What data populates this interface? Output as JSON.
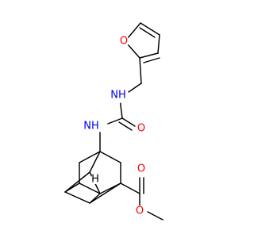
{
  "molecule": {
    "atom_labels": {
      "furan_oxygen": "O",
      "amine_nh_upper": "NH",
      "amine_nh_lower": "NH",
      "carbonyl_oxygen_urea": "O",
      "bridgehead_h": "H",
      "ester_carbonyl_oxygen": "O",
      "ester_oxygen": "O"
    },
    "colors": {
      "oxygen": "#ff0000",
      "nitrogen": "#0000ff",
      "carbon": "#000000",
      "hydrogen": "#000000"
    }
  }
}
